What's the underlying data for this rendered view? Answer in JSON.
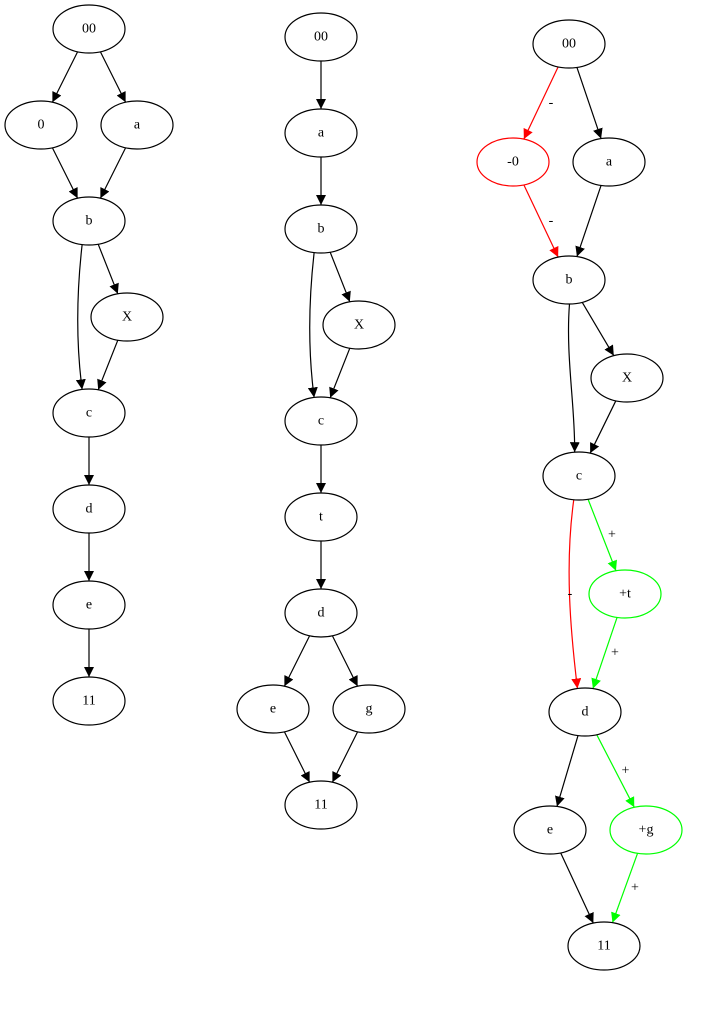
{
  "colors": {
    "default": "#000000",
    "removed": "#ff0000",
    "added": "#00ff00",
    "background": "#ffffff"
  },
  "graphs": [
    {
      "id": "graph-left",
      "nodes": [
        {
          "id": "00",
          "label": "00",
          "status": "default"
        },
        {
          "id": "0",
          "label": "0",
          "status": "default"
        },
        {
          "id": "a",
          "label": "a",
          "status": "default"
        },
        {
          "id": "b",
          "label": "b",
          "status": "default"
        },
        {
          "id": "X",
          "label": "X",
          "status": "default"
        },
        {
          "id": "c",
          "label": "c",
          "status": "default"
        },
        {
          "id": "d",
          "label": "d",
          "status": "default"
        },
        {
          "id": "e",
          "label": "e",
          "status": "default"
        },
        {
          "id": "11",
          "label": "11",
          "status": "default"
        }
      ],
      "edges": [
        {
          "from": "00",
          "to": "0",
          "label": "",
          "status": "default"
        },
        {
          "from": "00",
          "to": "a",
          "label": "",
          "status": "default"
        },
        {
          "from": "0",
          "to": "b",
          "label": "",
          "status": "default"
        },
        {
          "from": "a",
          "to": "b",
          "label": "",
          "status": "default"
        },
        {
          "from": "b",
          "to": "X",
          "label": "",
          "status": "default"
        },
        {
          "from": "b",
          "to": "c",
          "label": "",
          "status": "default"
        },
        {
          "from": "X",
          "to": "c",
          "label": "",
          "status": "default"
        },
        {
          "from": "c",
          "to": "d",
          "label": "",
          "status": "default"
        },
        {
          "from": "d",
          "to": "e",
          "label": "",
          "status": "default"
        },
        {
          "from": "e",
          "to": "11",
          "label": "",
          "status": "default"
        }
      ]
    },
    {
      "id": "graph-middle",
      "nodes": [
        {
          "id": "00",
          "label": "00",
          "status": "default"
        },
        {
          "id": "a",
          "label": "a",
          "status": "default"
        },
        {
          "id": "b",
          "label": "b",
          "status": "default"
        },
        {
          "id": "X",
          "label": "X",
          "status": "default"
        },
        {
          "id": "c",
          "label": "c",
          "status": "default"
        },
        {
          "id": "t",
          "label": "t",
          "status": "default"
        },
        {
          "id": "d",
          "label": "d",
          "status": "default"
        },
        {
          "id": "e",
          "label": "e",
          "status": "default"
        },
        {
          "id": "g",
          "label": "g",
          "status": "default"
        },
        {
          "id": "11",
          "label": "11",
          "status": "default"
        }
      ],
      "edges": [
        {
          "from": "00",
          "to": "a",
          "label": "",
          "status": "default"
        },
        {
          "from": "a",
          "to": "b",
          "label": "",
          "status": "default"
        },
        {
          "from": "b",
          "to": "X",
          "label": "",
          "status": "default"
        },
        {
          "from": "b",
          "to": "c",
          "label": "",
          "status": "default"
        },
        {
          "from": "X",
          "to": "c",
          "label": "",
          "status": "default"
        },
        {
          "from": "c",
          "to": "t",
          "label": "",
          "status": "default"
        },
        {
          "from": "t",
          "to": "d",
          "label": "",
          "status": "default"
        },
        {
          "from": "d",
          "to": "e",
          "label": "",
          "status": "default"
        },
        {
          "from": "d",
          "to": "g",
          "label": "",
          "status": "default"
        },
        {
          "from": "e",
          "to": "11",
          "label": "",
          "status": "default"
        },
        {
          "from": "g",
          "to": "11",
          "label": "",
          "status": "default"
        }
      ]
    },
    {
      "id": "graph-diff",
      "nodes": [
        {
          "id": "00",
          "label": "00",
          "status": "default"
        },
        {
          "id": "-0",
          "label": "-0",
          "status": "removed"
        },
        {
          "id": "a",
          "label": "a",
          "status": "default"
        },
        {
          "id": "b",
          "label": "b",
          "status": "default"
        },
        {
          "id": "X",
          "label": "X",
          "status": "default"
        },
        {
          "id": "c",
          "label": "c",
          "status": "default"
        },
        {
          "id": "+t",
          "label": "+t",
          "status": "added"
        },
        {
          "id": "d",
          "label": "d",
          "status": "default"
        },
        {
          "id": "e",
          "label": "e",
          "status": "default"
        },
        {
          "id": "+g",
          "label": "+g",
          "status": "added"
        },
        {
          "id": "11",
          "label": "11",
          "status": "default"
        }
      ],
      "edges": [
        {
          "from": "00",
          "to": "-0",
          "label": "-",
          "status": "removed"
        },
        {
          "from": "00",
          "to": "a",
          "label": "",
          "status": "default"
        },
        {
          "from": "-0",
          "to": "b",
          "label": "-",
          "status": "removed"
        },
        {
          "from": "a",
          "to": "b",
          "label": "",
          "status": "default"
        },
        {
          "from": "b",
          "to": "X",
          "label": "",
          "status": "default"
        },
        {
          "from": "b",
          "to": "c",
          "label": "",
          "status": "default"
        },
        {
          "from": "X",
          "to": "c",
          "label": "",
          "status": "default"
        },
        {
          "from": "c",
          "to": "d",
          "label": "-",
          "status": "removed"
        },
        {
          "from": "c",
          "to": "+t",
          "label": "+",
          "status": "added"
        },
        {
          "from": "+t",
          "to": "d",
          "label": "+",
          "status": "added"
        },
        {
          "from": "d",
          "to": "e",
          "label": "",
          "status": "default"
        },
        {
          "from": "d",
          "to": "+g",
          "label": "+",
          "status": "added"
        },
        {
          "from": "e",
          "to": "11",
          "label": "",
          "status": "default"
        },
        {
          "from": "+g",
          "to": "11",
          "label": "+",
          "status": "added"
        }
      ]
    }
  ]
}
